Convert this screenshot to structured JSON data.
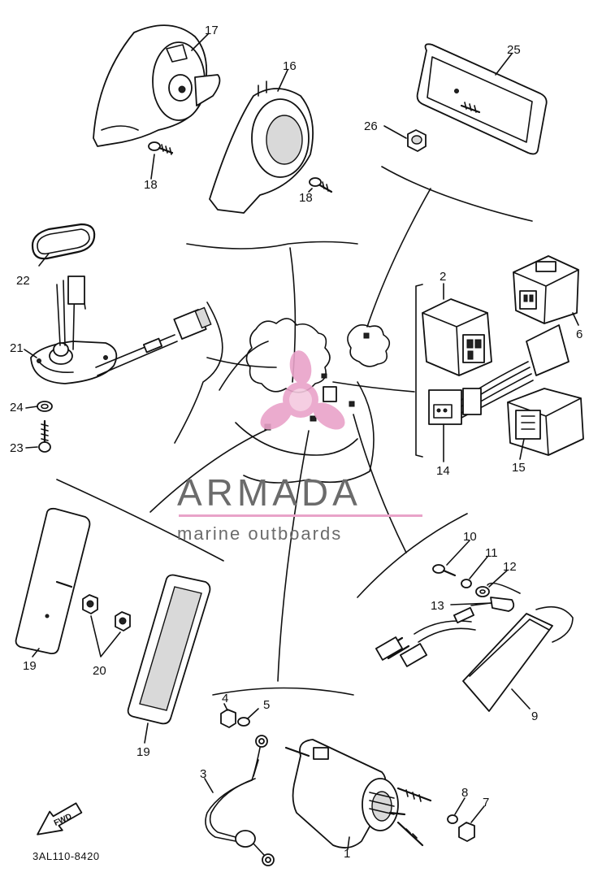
{
  "diagram": {
    "callouts": {
      "c1": "1",
      "c2": "2",
      "c3": "3",
      "c4": "4",
      "c5": "5",
      "c6": "6",
      "c7": "7",
      "c8": "8",
      "c9": "9",
      "c10": "10",
      "c11": "11",
      "c12": "12",
      "c13": "13",
      "c14": "14",
      "c15": "15",
      "c16": "16",
      "c17": "17",
      "c18a": "18",
      "c18b": "18",
      "c19a": "19",
      "c19b": "19",
      "c20": "20",
      "c21": "21",
      "c22": "22",
      "c23": "23",
      "c24": "24",
      "c25": "25",
      "c26": "26"
    },
    "fwd_label": "FWD",
    "drawing_code": "3AL110-8420"
  },
  "watermark": {
    "brand": "ARMADA",
    "tagline": "marine outboards",
    "pink": "#e9a3c9",
    "gray": "#6b6b6b"
  }
}
